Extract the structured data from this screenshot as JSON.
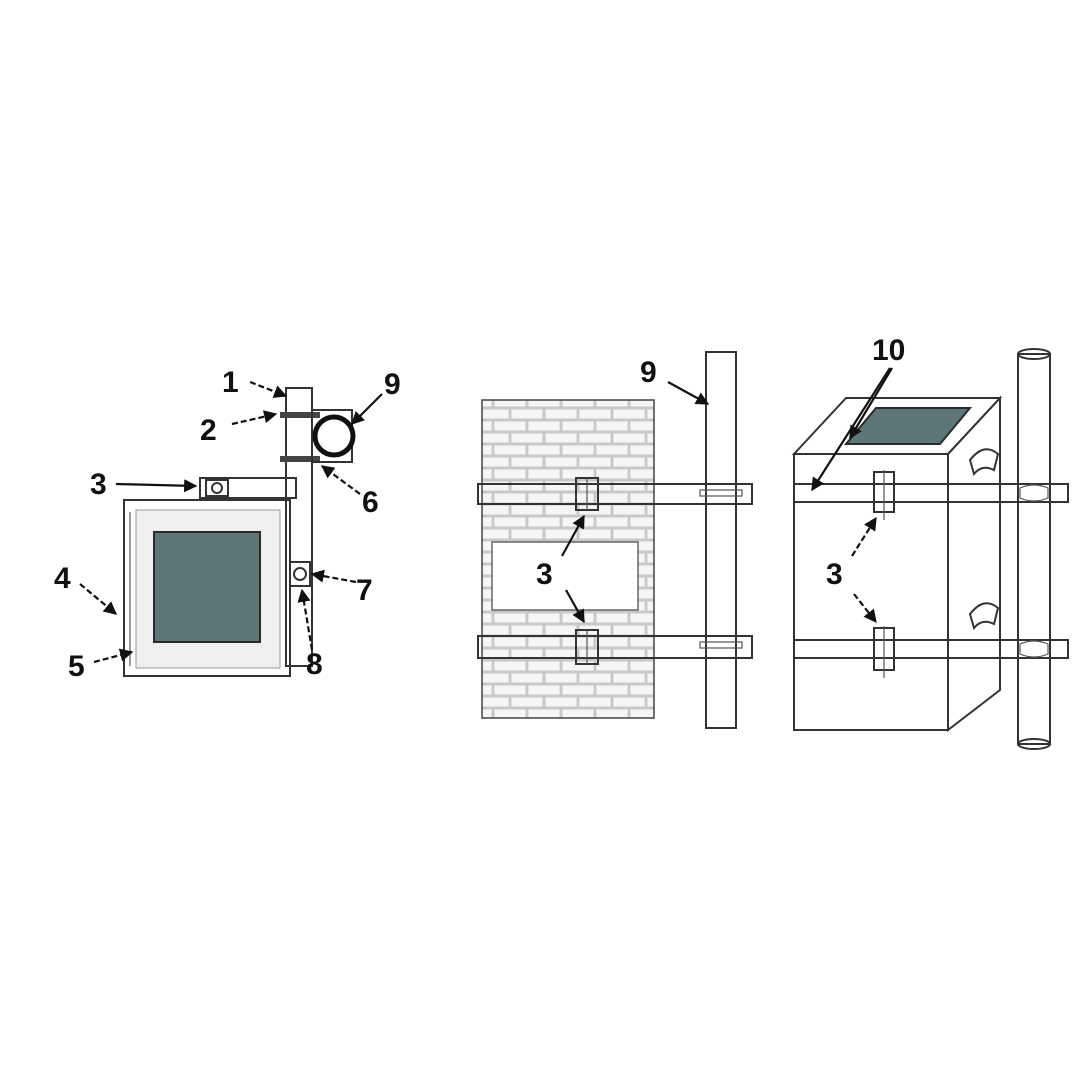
{
  "colors": {
    "outline": "#333333",
    "glass": "#5f7676",
    "frame": "#d6d6d6",
    "brick_bg": "#c4c4c4",
    "mortar": "#f4f4f4",
    "panel": "#f2f2f2"
  },
  "callouts": {
    "c1": "1",
    "c2": "2",
    "c3": "3",
    "c4": "4",
    "c5": "5",
    "c6": "6",
    "c7": "7",
    "c8": "8",
    "c9": "9",
    "c9b": "9",
    "c3b": "3",
    "c10": "10",
    "c3c": "3"
  }
}
